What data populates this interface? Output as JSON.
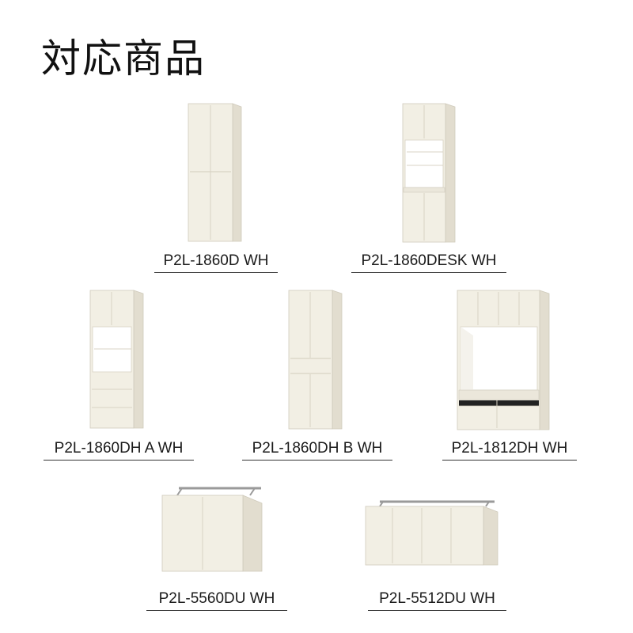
{
  "title": "対応商品",
  "colors": {
    "panel": "#f2efe4",
    "side": "#e5e1d4",
    "edge": "#cfcabb",
    "interior": "#ffffff",
    "rail": "#9a9a9a",
    "label_text": "#1a1a1a",
    "underline": "#333333"
  },
  "products": [
    {
      "label": "P2L-1860D WH"
    },
    {
      "label": "P2L-1860DESK WH"
    },
    {
      "label": "P2L-1860DH A WH"
    },
    {
      "label": "P2L-1860DH B WH"
    },
    {
      "label": "P2L-1812DH WH"
    },
    {
      "label": "P2L-5560DU WH"
    },
    {
      "label": "P2L-5512DU WH"
    }
  ]
}
